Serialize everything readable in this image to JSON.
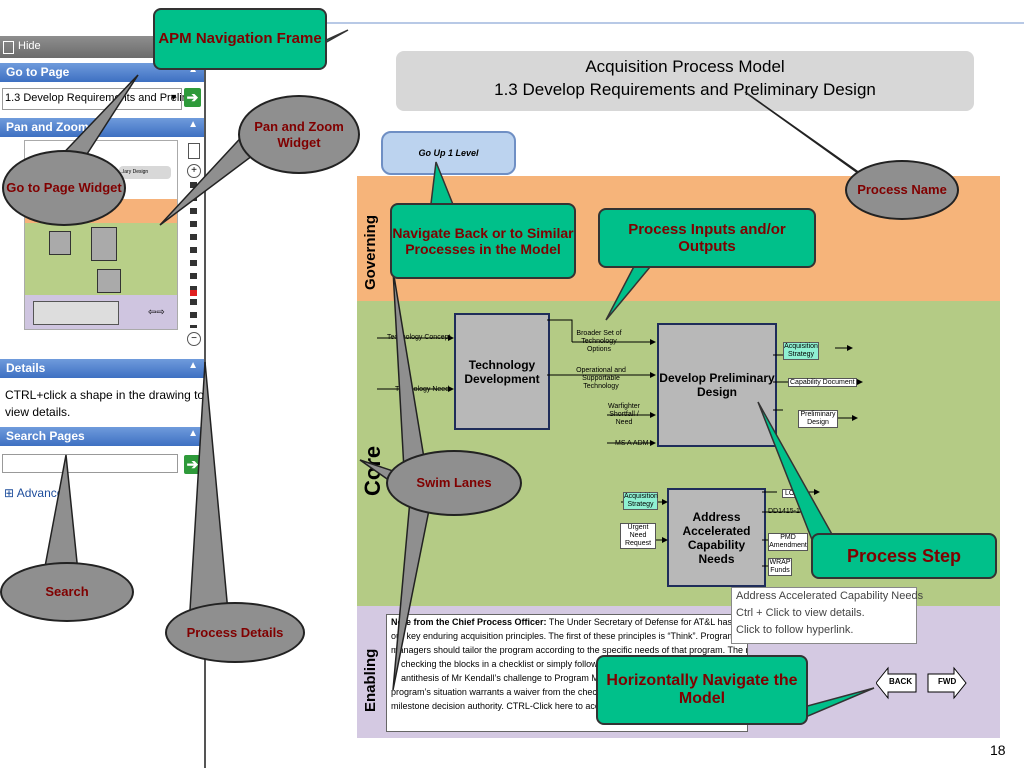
{
  "window": {
    "top_marks": [
      ".",
      "."
    ]
  },
  "nav": {
    "hide_label": "Hide",
    "go_to_page": {
      "header": "Go to Page",
      "selected": "1.3 Develop Requirements and Prelimi"
    },
    "pan_zoom": {
      "header": "Pan and Zoom",
      "thumb_caption": "...lary Design",
      "arrows": "⇦⇨"
    },
    "details": {
      "header": "Details",
      "text_line1": "CTRL+click a shape in the drawing to",
      "text_line2": "view details."
    },
    "search": {
      "header": "Search Pages",
      "input_value": "",
      "advanced": "Advanced"
    }
  },
  "annotations": {
    "apm_nav": "APM Navigation Frame",
    "go_to_page_widget": "Go to Page Widget",
    "pan_zoom_widget": "Pan and Zoom Widget",
    "search": "Search",
    "process_details": "Process Details",
    "process_name": "Process Name",
    "navigate_back": "Navigate Back or to Similar Processes in the Model",
    "process_io": "Process Inputs and/or Outputs",
    "swim_lanes": "Swim Lanes",
    "process_step": "Process Step",
    "horizontal_nav": "Horizontally Navigate the Model"
  },
  "model": {
    "title_line1": "Acquisition Process Model",
    "title_line2": "1.3 Develop Requirements and Preliminary Design",
    "go_up": "Go Up 1 Level",
    "lanes": {
      "governing": "Governing",
      "core": "Core",
      "enabling": "Enabling"
    },
    "boxes": {
      "tech_dev": "Technology Development",
      "prelim_design": "Develop Preliminary Design",
      "address_needs": "Address Accelerated Capability Needs"
    },
    "io": {
      "tech_concept": "Technology Concept",
      "tech_need": "Technology Need",
      "broader_set": "Broader Set of Technology Options",
      "operational": "Operational and Supportable Technology",
      "warfighter": "Warfighter Shortfall / Need",
      "ms_a": "MS A ADM",
      "acq_strategy_out": "Acquisition Strategy",
      "capability_doc": "Capability Document",
      "prelim_design_out": "Preliminary Design",
      "acq_strategy_in": "Acquisition Strategy",
      "urgent_need": "Urgent Need Request",
      "lon": "LON",
      "dd1415": "DD1415-1",
      "pmd": "PMD Amendment",
      "wrap": "WRAP Funds"
    },
    "tooltip": {
      "line1": "Address Accelerated Capability Needs",
      "line2": "Ctrl + Click to view details.",
      "line3": "Click to follow hyperlink."
    },
    "enabling_note": {
      "l1_bold": "Note from the Chief Process Officer:",
      "l1_rest": " The Under Secretary of Defense for AT&L has provided",
      "l2": "our key enduring acquisition principles.  The first of these principles is “Think”.  Program",
      "l3": "managers should tailor the program according to the specific needs of that program.  The role",
      "l4": "checking the blocks in a checklist or simply following e",
      "l5": "antithesis of Mr Kendall’s challenge to Program Manag",
      "l6": "program’s situation warrants a waiver from the checklis",
      "l7": "milestone decision authority.  CTRL-Click here to access"
    },
    "back": "BACK",
    "fwd": "FWD"
  },
  "page_number": "18"
}
